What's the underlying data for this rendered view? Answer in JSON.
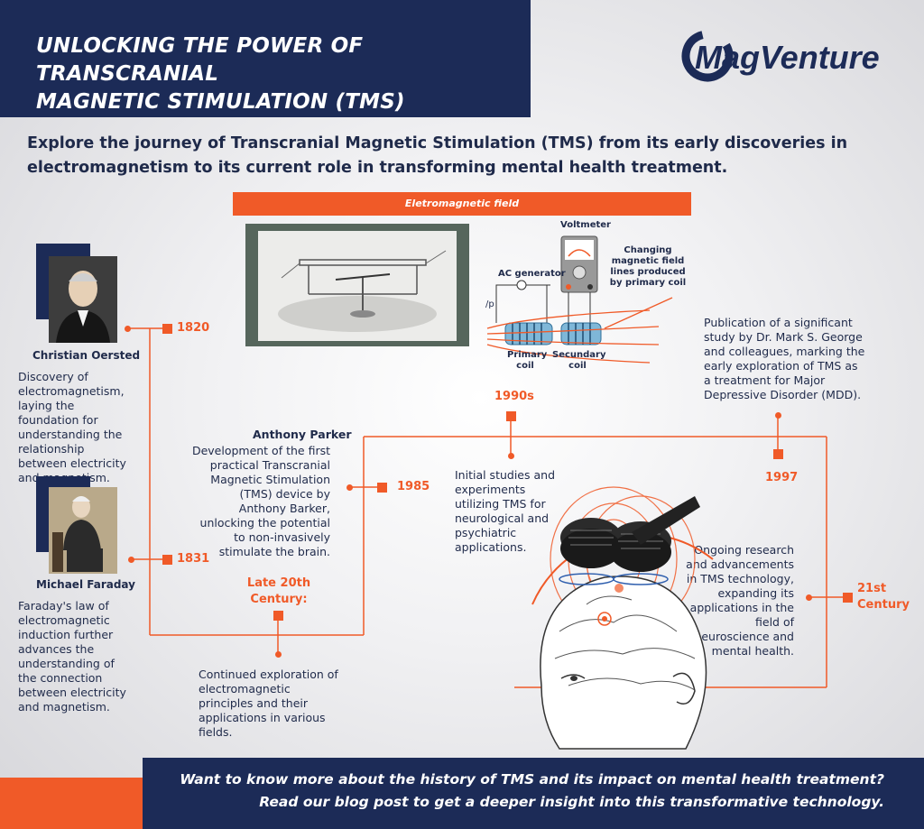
{
  "header": {
    "title_line1": "UNLOCKING THE POWER OF TRANSCRANIAL",
    "title_line2": "MAGNETIC STIMULATION (TMS)",
    "logo_text": "MagVenture"
  },
  "intro": "Explore the journey of Transcranial Magnetic Stimulation (TMS) from its early discoveries in electromagnetism to its current role in transforming mental health treatment.",
  "em_section": {
    "bar_label": "Eletromagnetic field",
    "voltmeter_label": "Voltmeter",
    "ac_generator_label": "AC generator",
    "field_lines_label": "Changing magnetic field lines produced by primary coil",
    "primary_coil_label": "Primary coil",
    "secondary_coil_label": "Secundary coil",
    "p_label": "/p"
  },
  "timeline": {
    "oersted": {
      "name": "Christian Oersted",
      "year": "1820",
      "desc": "Discovery of electromagnetism, laying the foundation for understanding the relationship between electricity and magnetism."
    },
    "faraday": {
      "name": "Michael Faraday",
      "year": "1831",
      "desc": "Faraday's law of electromagnetic induction further advances the understanding of the connection between electricity and magnetism."
    },
    "parker": {
      "name": "Anthony Parker",
      "year": "1985",
      "desc": "Development of the first practical Transcranial Magnetic Stimulation (TMS) device by Anthony Barker, unlocking the potential to non-invasively stimulate the brain."
    },
    "late20": {
      "label_line1": "Late 20th",
      "label_line2": "Century:",
      "desc": "Continued exploration of electromagnetic principles and their applications in various fields."
    },
    "nineties": {
      "year": "1990s",
      "desc": "Initial studies and experiments utilizing TMS for neurological and psychiatric applications."
    },
    "y1997": {
      "year": "1997",
      "desc": "Publication of a significant study by Dr. Mark S. George and colleagues, marking the early exploration of TMS as a treatment for Major Depressive Disorder (MDD)."
    },
    "c21": {
      "label_line1": "21st",
      "label_line2": "Century",
      "desc": "Ongoing research and advancements in TMS technology, expanding its applications in the field of neuroscience and mental health."
    }
  },
  "footer": {
    "line1": "Want to know more about the history of TMS and its impact on mental health treatment?",
    "line2": "Read our blog post to get a deeper insight into this transformative technology."
  },
  "colors": {
    "navy": "#1c2b57",
    "orange": "#f05a28"
  }
}
